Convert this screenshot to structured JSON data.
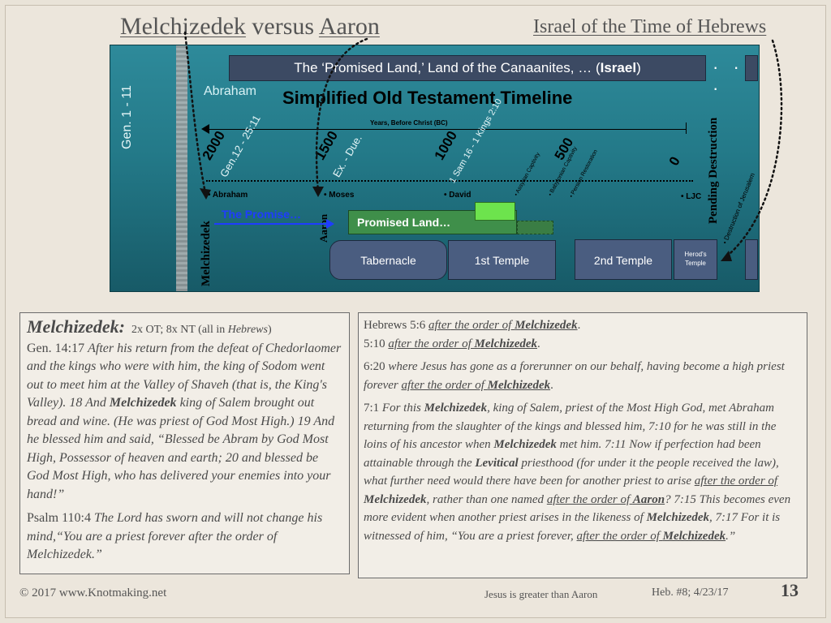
{
  "header": {
    "title_left_part1": "Melchizedek",
    "title_left_middle": " versus ",
    "title_left_part2": "Aaron",
    "title_right": "Israel of the Time of Hebrews"
  },
  "timeline": {
    "banner_prefix": "The ‘Promised Land,’ Land of the Canaanites, … (",
    "banner_bold": "Israel",
    "banner_suffix": ")",
    "banner_dots": "· · ·",
    "main_title": "Simplified Old Testament Timeline",
    "abraham_label": "Abraham",
    "years_label": "Years, Before Christ (BC)",
    "gen_1_11": "Gen. 1 - 11",
    "year_2000": "2000",
    "ref_2000": "Gen.12 - 25:11",
    "year_1500": "1500",
    "ref_1500": "Ex. - Due.",
    "year_1000": "1000",
    "ref_1000": "1 Sam 16 - 1 Kings 2:10",
    "year_500": "500",
    "year_0": "0",
    "assyrian": "• Assyrian Captivity",
    "babylonian": "• Babylonian Captivity",
    "persian": "• Persian Restoration",
    "person_abraham": "• Abraham",
    "person_moses": "• Moses",
    "person_david": "• David",
    "person_ljc": "• LJC",
    "melchizedek_vertical": "Melchizedek",
    "aaron_vertical": "Aaron",
    "the_promise": "The Promise…",
    "promised_land": "Promised Land…",
    "tabernacle": "Tabernacle",
    "first_temple": "1st Temple",
    "second_temple": "2nd Temple",
    "herods_temple_line1": "Herod's",
    "herods_temple_line2": "Temple",
    "pending_destruction": "Pending Destruction",
    "destruction_jerusalem": "• Destruction of Jerusalem"
  },
  "left_panel": {
    "heading": "Melchizedek",
    "heading_colon": ":",
    "counts": "2x OT; 8x NT (all in ",
    "counts_book": "Hebrews",
    "counts_end": ")",
    "gen_ref": "Gen. 14:17 ",
    "gen_text_1": "After his return from the defeat of Chedorlaomer and the kings who were with him, the king of Sodom went out to meet him at the Valley of Shaveh (that is, the King's Valley). 18 And ",
    "gen_text_bold": "Melchizedek",
    "gen_text_2": " king of Salem brought out bread and wine. (He was priest of God Most High.) 19 And he blessed him and said, “Blessed be Abram by God Most High, Possessor of heaven and earth; 20 and blessed be God Most High, who has delivered your enemies into your hand!”",
    "psalm_ref": "Psalm 110:4 ",
    "psalm_text": "The Lord has sworn and will not change his mind,“You are a priest forever after the order of Melchizedek.”"
  },
  "right_panel": {
    "h56_ref": "Hebrews 5:6 ",
    "h56_ul": "after the order of ",
    "h56_bold": "Melchizedek",
    "h56_end": ".",
    "h510_ref": "5:10 ",
    "h510_ul": "after the order of ",
    "h510_bold": "Melchizedek",
    "h510_end": ".",
    "h620_ref": "6:20 ",
    "h620_text": "where Jesus has gone as a forerunner on our behalf, having become a high priest forever ",
    "h620_ul": "after the order of ",
    "h620_bold": "Melchizedek",
    "h620_end": ".",
    "h71_ref": "7:1 ",
    "h71_text1": "For this ",
    "h71_bold1": "Melchizedek",
    "h71_text2": ", king of Salem, priest of the Most High God, met Abraham returning from the slaughter of the kings and blessed him, 7:10 for he was still in the loins of his ancestor when ",
    "h71_bold2": "Melchizedek",
    "h71_text3": " met him. 7:11 ",
    "h711_text1": "Now if perfection had been attainable through the ",
    "h711_bold": "Levitical",
    "h711_text2": " priesthood (for under it the people received the law), what further need would there have been for another priest to arise ",
    "h711_ul": "after the order of ",
    "h711_bold2": "Melchizedek",
    "h711_text3": ", rather than one named ",
    "h711_ul2": "after the order of ",
    "h711_bold3": "Aaron",
    "h711_text4": "?  7:15 ",
    "h715_text": "This becomes even more evident when another priest arises in the likeness of ",
    "h715_bold": "Melchizedek",
    "h715_text2": ", 7:17 ",
    "h717_text": "For it is witnessed of him, “You are a priest forever, ",
    "h717_ul": "after the order of ",
    "h717_bold": "Melchizedek",
    "h717_end": ".”"
  },
  "footer": {
    "copyright": "©  2017  www.Knotmaking.net",
    "subtitle": "Jesus is greater than Aaron",
    "lesson": "Heb. #8; 4/23/17",
    "page_number": "13"
  }
}
